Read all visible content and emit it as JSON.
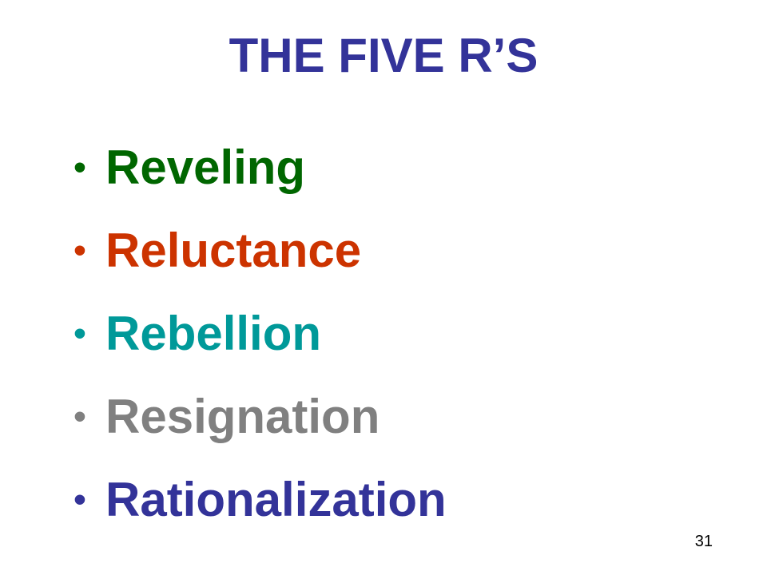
{
  "slide": {
    "title": "THE FIVE R’S",
    "title_color": "#333399",
    "bullet_glyph": "•",
    "items": [
      {
        "label": "Reveling",
        "color": "#006600"
      },
      {
        "label": "Reluctance",
        "color": "#cc3300"
      },
      {
        "label": "Rebellion",
        "color": "#009999"
      },
      {
        "label": "Resignation",
        "color": "#808080"
      },
      {
        "label": "Rationalization",
        "color": "#333399"
      }
    ],
    "page_number": "31"
  }
}
